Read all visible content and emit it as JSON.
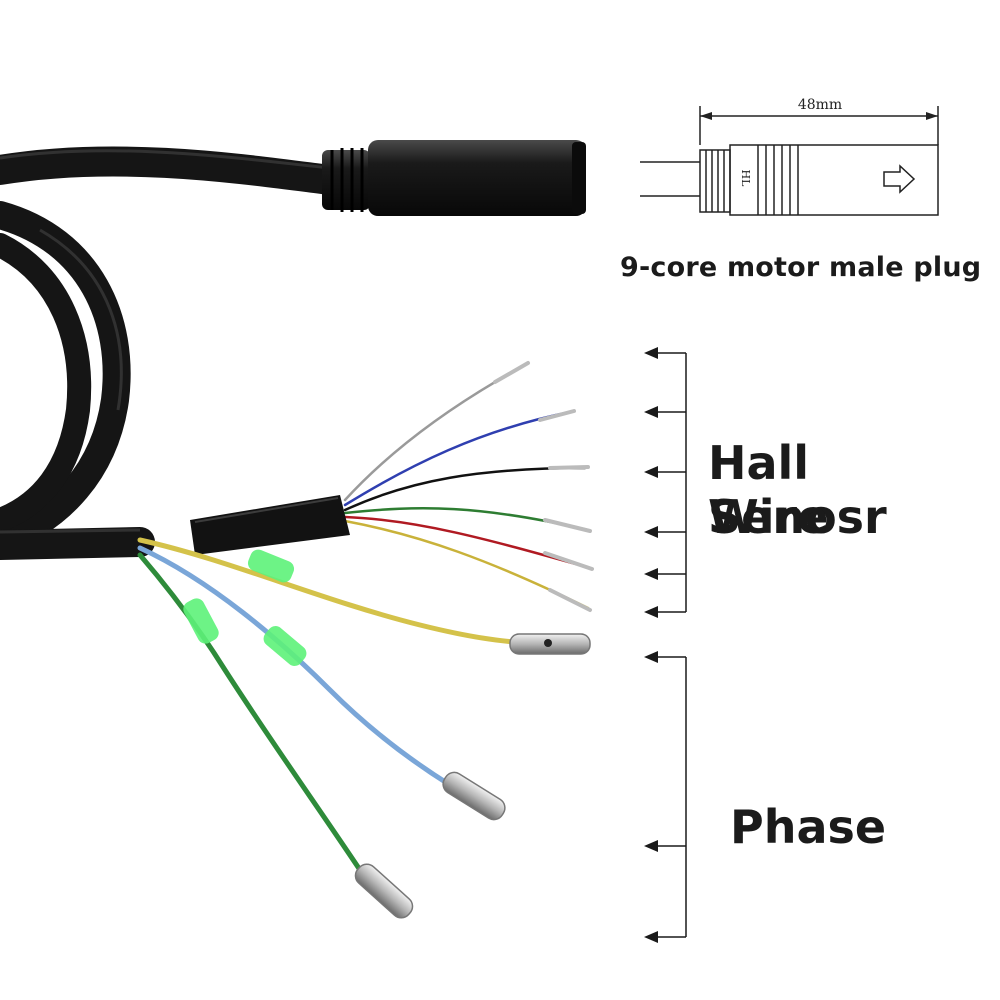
{
  "diagram": {
    "dimension_label": "48mm",
    "plug_marking": "HL",
    "plug_caption": "9-core motor male plug",
    "hall_label_line1": "Hall Senosr",
    "hall_label_line2": "Wire",
    "phase_label": "Phase"
  },
  "colors": {
    "cable": "#151515",
    "hall_wire_1": "#9a9a9a",
    "hall_wire_2": "#2f3fb0",
    "hall_wire_3": "#111111",
    "hall_wire_4": "#2e7d32",
    "hall_wire_5": "#b01a22",
    "hall_wire_6": "#c9b23a",
    "phase_yellow": "#d4c24a",
    "phase_blue": "#7aa6d8",
    "phase_green": "#2e8b3a",
    "sleeve": "#5ef27a",
    "arrow": "#1a1a1a"
  }
}
